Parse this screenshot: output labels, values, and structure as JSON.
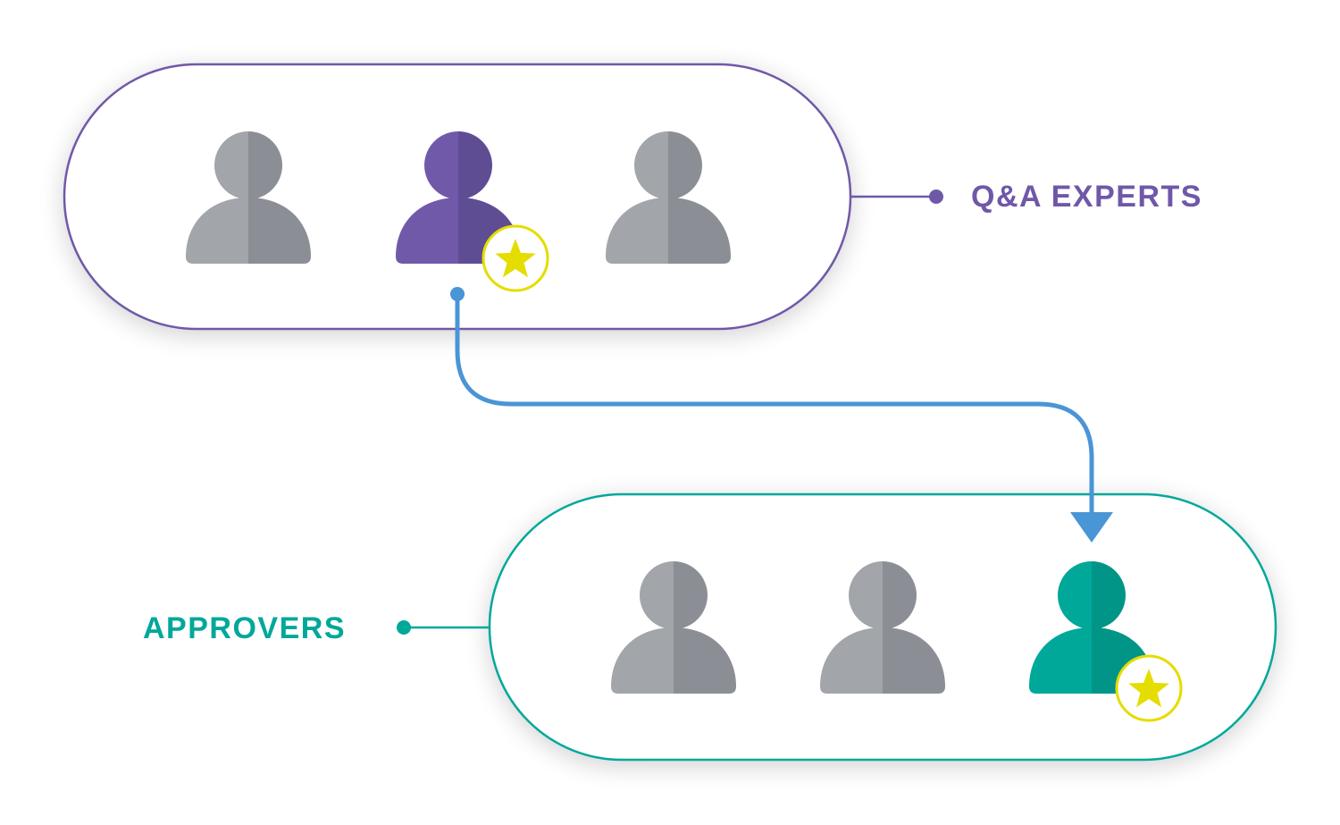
{
  "diagram": {
    "title": "Q&A expert to approver flow",
    "groups": [
      {
        "id": "qa-experts",
        "label": "Q&A EXPERTS",
        "color": "#6f58a8",
        "label_side": "right",
        "members": [
          {
            "role": "member",
            "highlighted": false
          },
          {
            "role": "member",
            "highlighted": true,
            "badge": "star"
          },
          {
            "role": "member",
            "highlighted": false
          }
        ]
      },
      {
        "id": "approvers",
        "label": "APPROVERS",
        "color": "#00a89a",
        "label_side": "left",
        "members": [
          {
            "role": "member",
            "highlighted": false
          },
          {
            "role": "member",
            "highlighted": false
          },
          {
            "role": "member",
            "highlighted": true,
            "badge": "star"
          }
        ]
      }
    ],
    "connector": {
      "from": "qa-experts.member.1",
      "to": "approvers.member.2",
      "color": "#4a95d6"
    },
    "colors": {
      "person_gray_light": "#a2a5aa",
      "person_gray_dark": "#8b8f95",
      "qa_light": "#7159aa",
      "qa_dark": "#5f4d94",
      "approver_light": "#00a89a",
      "approver_dark": "#009586",
      "star": "#e5dc00",
      "badge_ring": "#e5dc00"
    }
  }
}
